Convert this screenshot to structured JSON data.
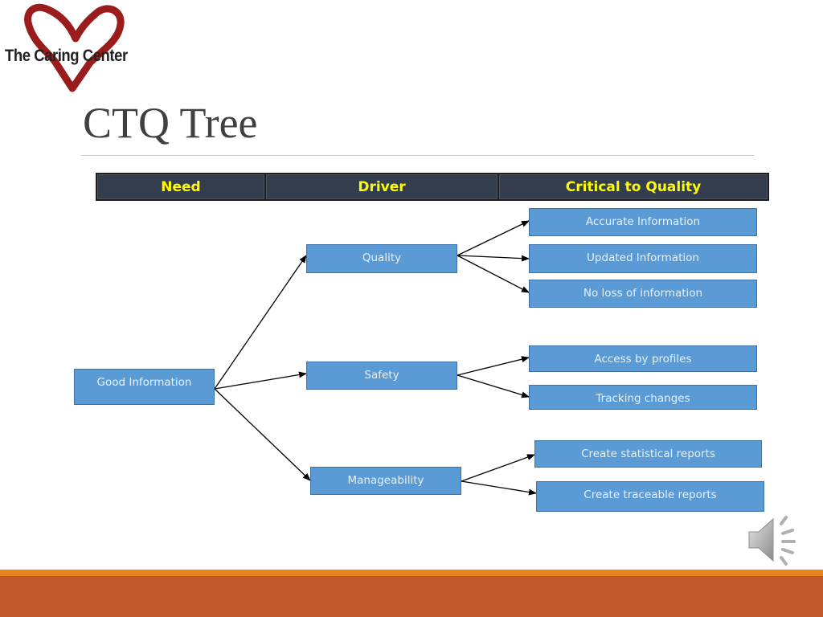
{
  "logo": {
    "text": "The Caring Center",
    "heart_color": "#9b1c1c"
  },
  "slide": {
    "title": "CTQ Tree"
  },
  "header": {
    "need": "Need",
    "driver": "Driver",
    "ctq": "Critical to Quality"
  },
  "tree": {
    "need": "Good Information",
    "drivers": [
      {
        "label": "Quality",
        "ctqs": [
          "Accurate Information",
          "Updated Information",
          "No loss of information"
        ]
      },
      {
        "label": "Safety",
        "ctqs": [
          "Access by profiles",
          "Tracking changes"
        ]
      },
      {
        "label": "Manageability",
        "ctqs": [
          "Create statistical reports",
          "Create traceable reports"
        ]
      }
    ]
  },
  "colors": {
    "node_fill": "#5b9bd5",
    "header_text": "#ffff00",
    "header_bg": "#333d4d",
    "footer": "#c0582b",
    "footer_stripe": "#e8821f"
  },
  "icons": {
    "audio": "speaker-icon"
  }
}
